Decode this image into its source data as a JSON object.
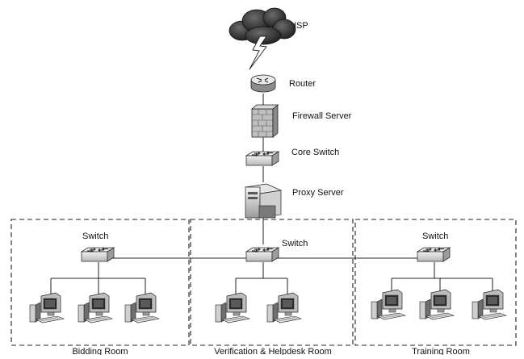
{
  "nodes": {
    "isp": {
      "label": "ISP",
      "icon": "cloud-icon"
    },
    "router": {
      "label": "Router",
      "icon": "router-icon"
    },
    "firewall": {
      "label": "Firewall Server",
      "icon": "firewall-icon"
    },
    "core_switch": {
      "label": "Core Switch",
      "icon": "switch-icon"
    },
    "proxy": {
      "label": "Proxy Server",
      "icon": "server-icon"
    }
  },
  "rooms": [
    {
      "name": "Bidding Room",
      "switch_label": "Switch",
      "pcs": 3
    },
    {
      "name": "Verification & Helpdesk Room",
      "switch_label": "Switch",
      "pcs": 2
    },
    {
      "name": "Training Room",
      "switch_label": "Switch",
      "pcs": 3
    }
  ],
  "colors": {
    "line": "#222222",
    "device_light": "#e6e6e6",
    "device_dark": "#8a8a8a",
    "cloud": "#3a3a3a"
  }
}
